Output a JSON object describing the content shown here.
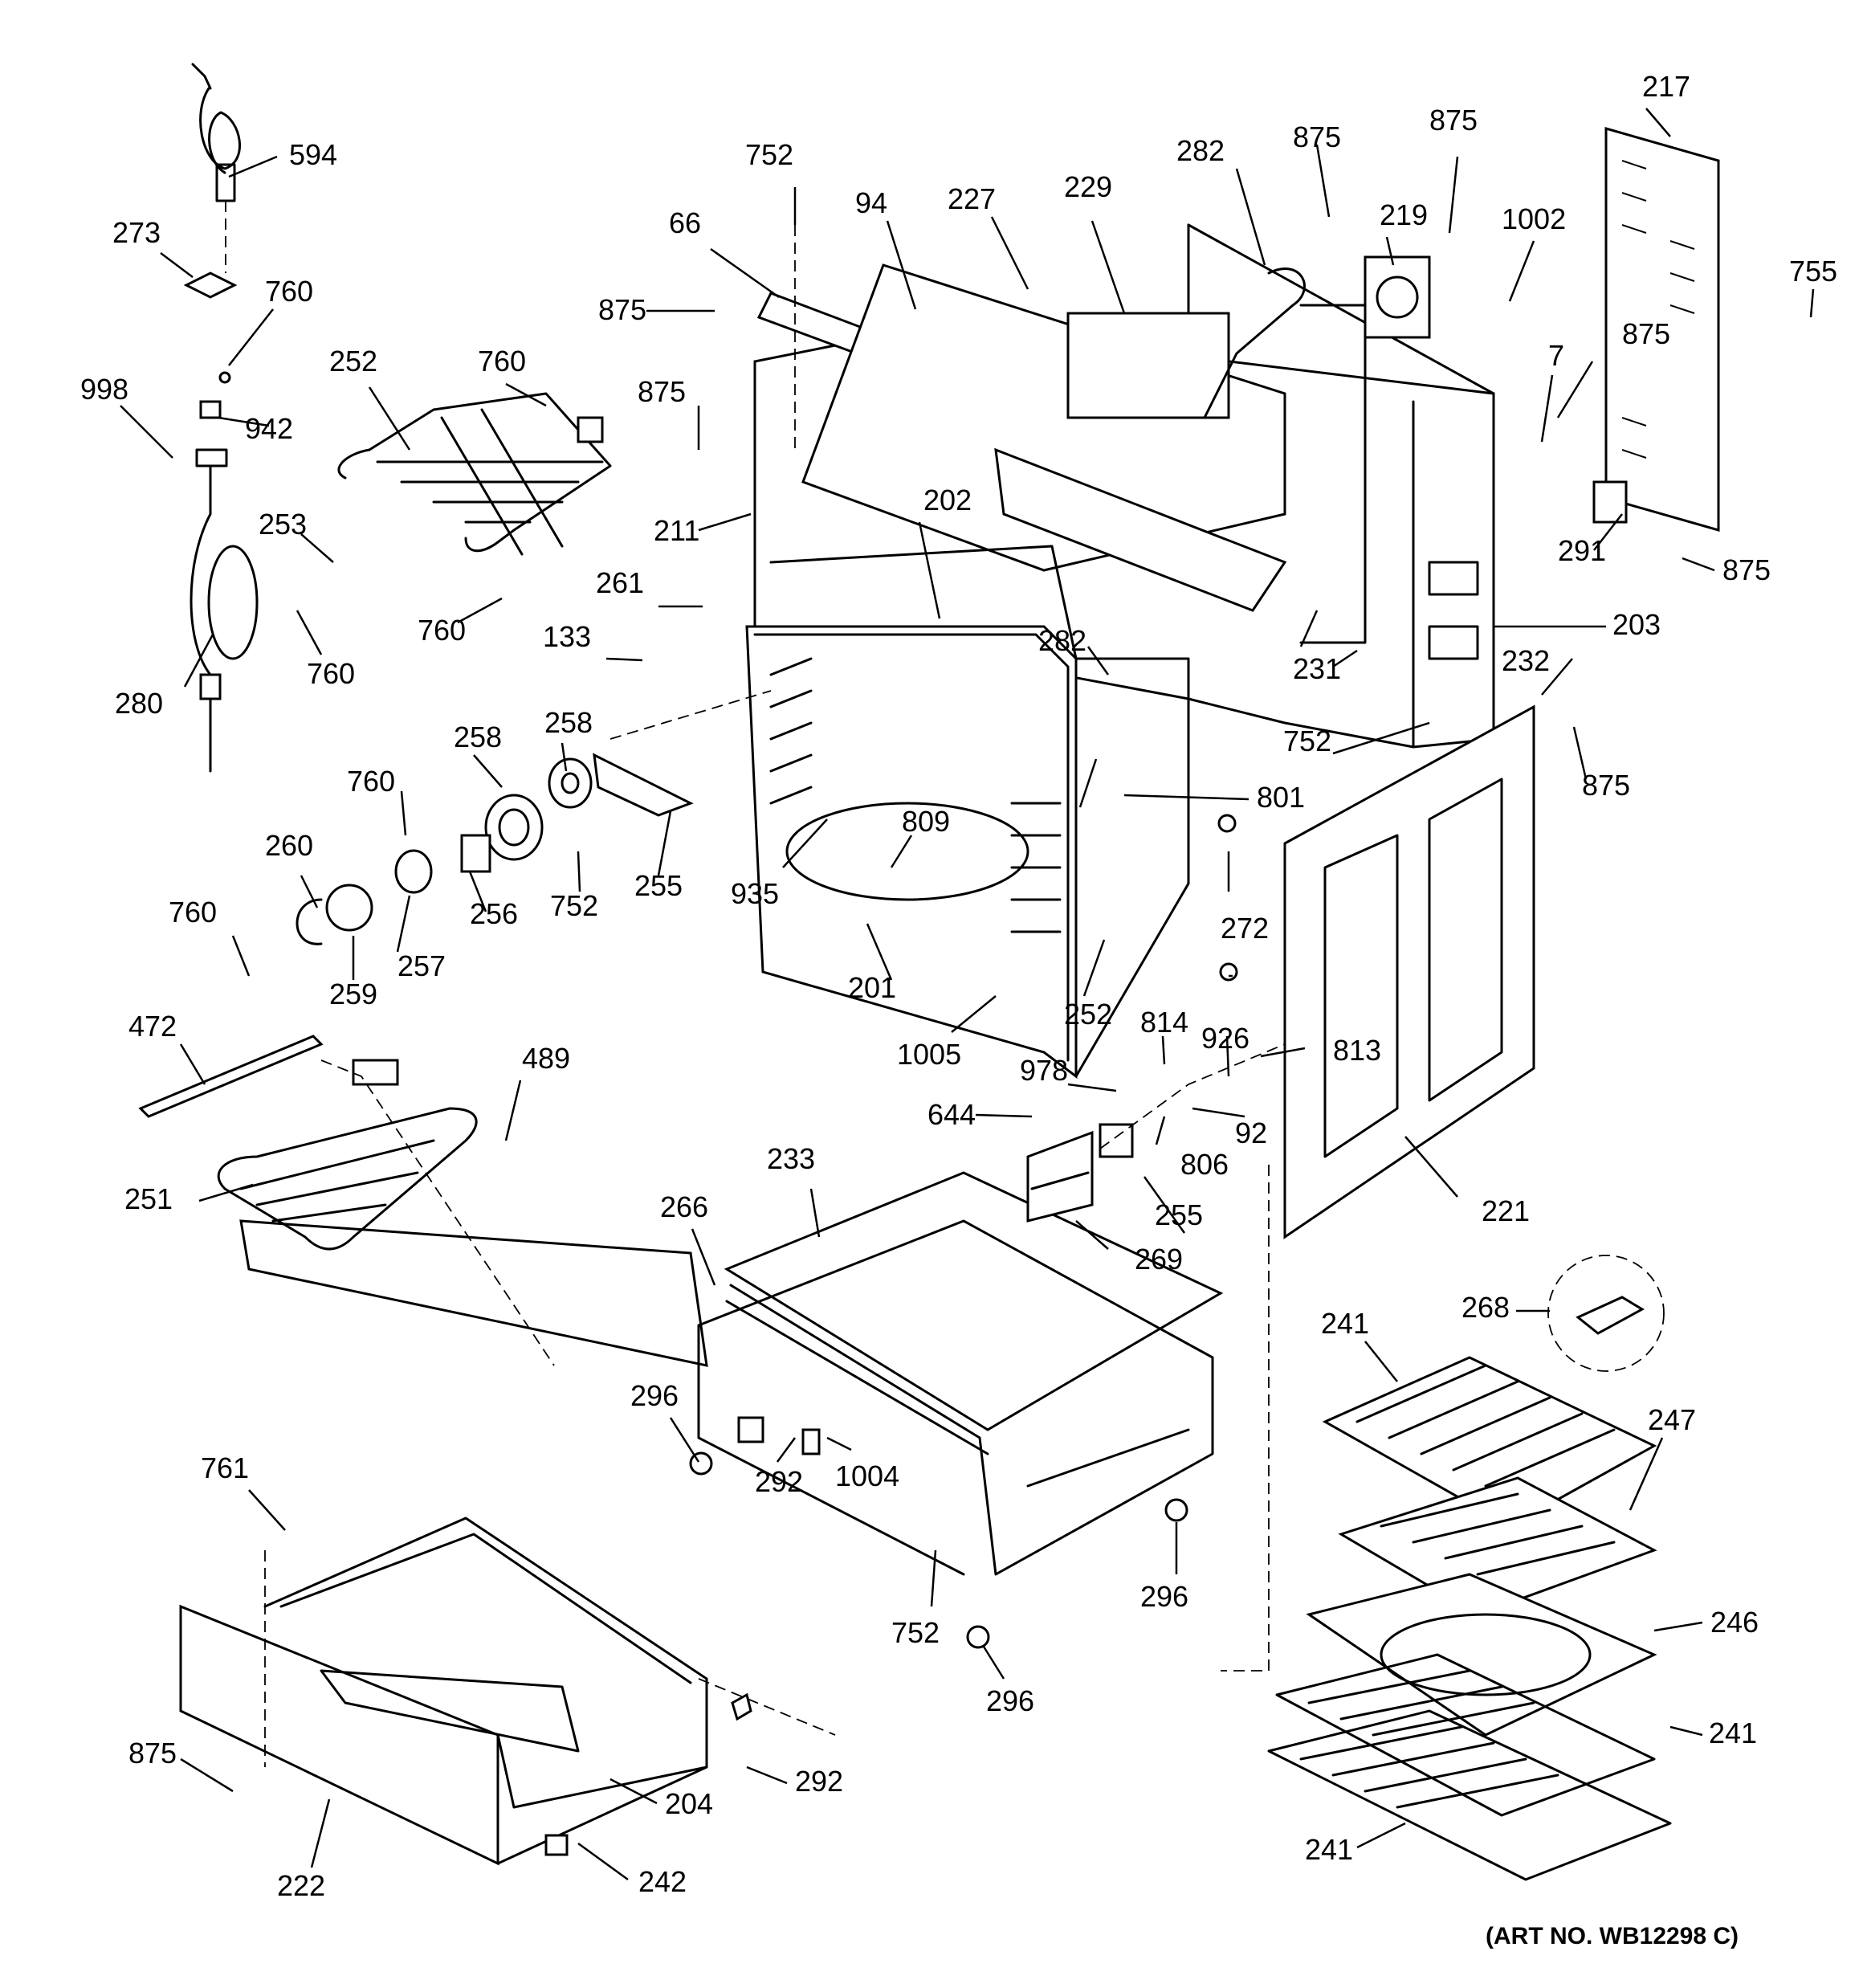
{
  "diagram": {
    "art_number": "(ART NO. WB12298 C)",
    "callouts": [
      {
        "id": "594",
        "text": "594"
      },
      {
        "id": "273",
        "text": "273"
      },
      {
        "id": "760a",
        "text": "760"
      },
      {
        "id": "998",
        "text": "998"
      },
      {
        "id": "942",
        "text": "942"
      },
      {
        "id": "280",
        "text": "280"
      },
      {
        "id": "252a",
        "text": "252"
      },
      {
        "id": "760b",
        "text": "760"
      },
      {
        "id": "253",
        "text": "253"
      },
      {
        "id": "760c",
        "text": "760"
      },
      {
        "id": "760d",
        "text": "760"
      },
      {
        "id": "752a",
        "text": "752"
      },
      {
        "id": "66",
        "text": "66"
      },
      {
        "id": "94",
        "text": "94"
      },
      {
        "id": "227",
        "text": "227"
      },
      {
        "id": "229",
        "text": "229"
      },
      {
        "id": "282a",
        "text": "282"
      },
      {
        "id": "875a",
        "text": "875"
      },
      {
        "id": "875b",
        "text": "875"
      },
      {
        "id": "219",
        "text": "219"
      },
      {
        "id": "1002",
        "text": "1002"
      },
      {
        "id": "217",
        "text": "217"
      },
      {
        "id": "755",
        "text": "755"
      },
      {
        "id": "875c",
        "text": "875"
      },
      {
        "id": "7",
        "text": "7"
      },
      {
        "id": "291",
        "text": "291"
      },
      {
        "id": "875d",
        "text": "875"
      },
      {
        "id": "203",
        "text": "203"
      },
      {
        "id": "875e",
        "text": "875"
      },
      {
        "id": "875f",
        "text": "875"
      },
      {
        "id": "211",
        "text": "211"
      },
      {
        "id": "202",
        "text": "202"
      },
      {
        "id": "261",
        "text": "261"
      },
      {
        "id": "133",
        "text": "133"
      },
      {
        "id": "231",
        "text": "231"
      },
      {
        "id": "232",
        "text": "232"
      },
      {
        "id": "282b",
        "text": "282"
      },
      {
        "id": "752b",
        "text": "752"
      },
      {
        "id": "875g",
        "text": "875"
      },
      {
        "id": "801",
        "text": "801"
      },
      {
        "id": "258a",
        "text": "258"
      },
      {
        "id": "258b",
        "text": "258"
      },
      {
        "id": "760e",
        "text": "760"
      },
      {
        "id": "260",
        "text": "260"
      },
      {
        "id": "256",
        "text": "256"
      },
      {
        "id": "257",
        "text": "257"
      },
      {
        "id": "259",
        "text": "259"
      },
      {
        "id": "752c",
        "text": "752"
      },
      {
        "id": "255a",
        "text": "255"
      },
      {
        "id": "935",
        "text": "935"
      },
      {
        "id": "809",
        "text": "809"
      },
      {
        "id": "201",
        "text": "201"
      },
      {
        "id": "272",
        "text": "272"
      },
      {
        "id": "252b",
        "text": "252"
      },
      {
        "id": "1005",
        "text": "1005"
      },
      {
        "id": "814",
        "text": "814"
      },
      {
        "id": "926",
        "text": "926"
      },
      {
        "id": "813",
        "text": "813"
      },
      {
        "id": "978",
        "text": "978"
      },
      {
        "id": "92",
        "text": "92"
      },
      {
        "id": "806",
        "text": "806"
      },
      {
        "id": "644",
        "text": "644"
      },
      {
        "id": "255b",
        "text": "255"
      },
      {
        "id": "269",
        "text": "269"
      },
      {
        "id": "221",
        "text": "221"
      },
      {
        "id": "760f",
        "text": "760"
      },
      {
        "id": "472",
        "text": "472"
      },
      {
        "id": "489",
        "text": "489"
      },
      {
        "id": "251",
        "text": "251"
      },
      {
        "id": "233",
        "text": "233"
      },
      {
        "id": "266",
        "text": "266"
      },
      {
        "id": "296a",
        "text": "296"
      },
      {
        "id": "292a",
        "text": "292"
      },
      {
        "id": "1004",
        "text": "1004"
      },
      {
        "id": "752d",
        "text": "752"
      },
      {
        "id": "296b",
        "text": "296"
      },
      {
        "id": "296c",
        "text": "296"
      },
      {
        "id": "268",
        "text": "268"
      },
      {
        "id": "241a",
        "text": "241"
      },
      {
        "id": "247",
        "text": "247"
      },
      {
        "id": "246",
        "text": "246"
      },
      {
        "id": "241b",
        "text": "241"
      },
      {
        "id": "241c",
        "text": "241"
      },
      {
        "id": "761",
        "text": "761"
      },
      {
        "id": "875h",
        "text": "875"
      },
      {
        "id": "222",
        "text": "222"
      },
      {
        "id": "204",
        "text": "204"
      },
      {
        "id": "292b",
        "text": "292"
      },
      {
        "id": "242",
        "text": "242"
      }
    ]
  }
}
